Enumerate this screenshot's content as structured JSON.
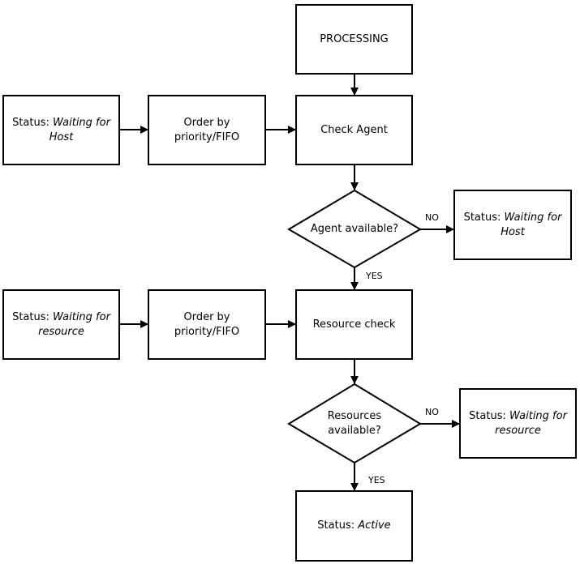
{
  "nodes": {
    "processing": {
      "text": "PROCESSING"
    },
    "check_agent": {
      "text": "Check Agent"
    },
    "status_wait_host_left": {
      "prefix": "Status: ",
      "italic": "Waiting for Host"
    },
    "order_1": {
      "text": "Order by priority/FIFO"
    },
    "agent_available": {
      "text": "Agent available?"
    },
    "status_wait_host_right": {
      "prefix": "Status: ",
      "italic": "Waiting for Host"
    },
    "status_wait_resource_left": {
      "prefix": "Status: ",
      "italic": "Waiting for resource"
    },
    "order_2": {
      "text": "Order by priority/FIFO"
    },
    "resource_check": {
      "text": "Resource check"
    },
    "resources_available": {
      "text": "Resources available?"
    },
    "status_wait_resource_right": {
      "prefix": "Status: ",
      "italic": "Waiting for resource"
    },
    "status_active": {
      "prefix": "Status: ",
      "italic": "Active"
    }
  },
  "edge_labels": {
    "agent_no": "NO",
    "agent_yes": "YES",
    "resources_no": "NO",
    "resources_yes": "YES"
  },
  "colors": {
    "stroke": "#000000",
    "fill": "#ffffff",
    "text": "#000000"
  }
}
